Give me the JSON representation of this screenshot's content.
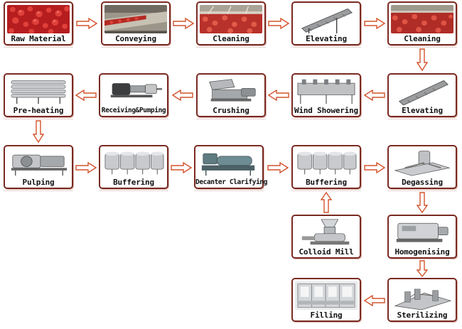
{
  "steps": {
    "raw_material": "Raw Material",
    "conveying": "Conveying",
    "cleaning_1": "Cleaning",
    "elevating_1": "Elevating",
    "cleaning_2": "Cleaning",
    "elevating_2": "Elevating",
    "wind_showering": "Wind Showering",
    "crushing": "Crushing",
    "receiving_pumping": "Receiving&Pumping",
    "pre_heating": "Pre-heating",
    "pulping": "Pulping",
    "buffering_1": "Buffering",
    "decanter_clarifying": "Decanter Clarifying",
    "buffering_2": "Buffering",
    "degassing": "Degassing",
    "colloid_mill": "Colloid Mill",
    "homogenising": "Homogenising",
    "sterilizing": "Sterilizing",
    "filling": "Filling"
  },
  "colors": {
    "border": "#7a2a22",
    "arrow_fill": "#ffffff",
    "arrow_stroke": "#d2532c",
    "tomato": "#c8282a",
    "steel": "#b9bcbf"
  }
}
